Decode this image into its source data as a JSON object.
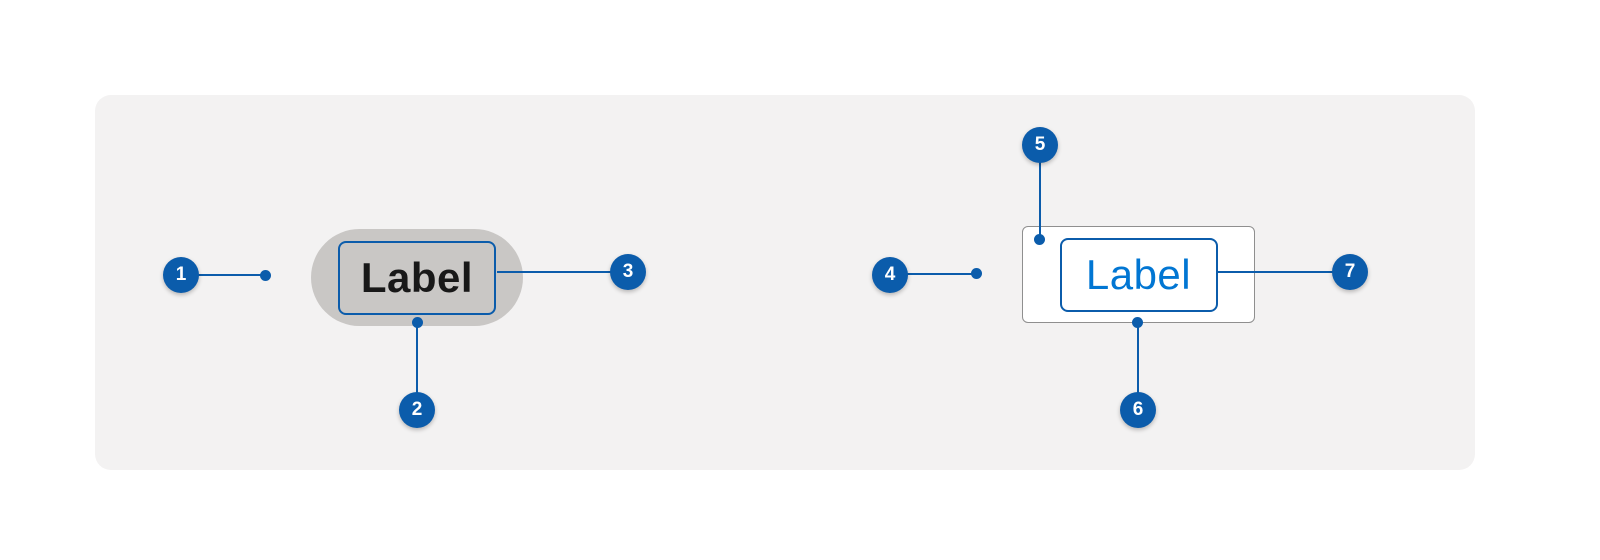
{
  "diagram": {
    "panel": {
      "background": "#f3f2f2"
    },
    "left_button": {
      "label": "Label",
      "style": "filled-pill",
      "fill_color": "#c9c7c5",
      "text_color": "#181818",
      "focus_ring_color": "#0b5cab"
    },
    "right_button": {
      "label": "Label",
      "style": "outlined-rectangle",
      "fill_color": "#ffffff",
      "border_color": "#8f8f8f",
      "text_color": "#0176d3",
      "focus_ring_color": "#0b5cab"
    },
    "markers": {
      "m1": "1",
      "m2": "2",
      "m3": "3",
      "m4": "4",
      "m5": "5",
      "m6": "6",
      "m7": "7"
    },
    "colors": {
      "callout_blue": "#0b5cab",
      "label_blue": "#0176d3",
      "panel_gray": "#f3f2f2",
      "pill_gray": "#c9c7c5"
    }
  }
}
